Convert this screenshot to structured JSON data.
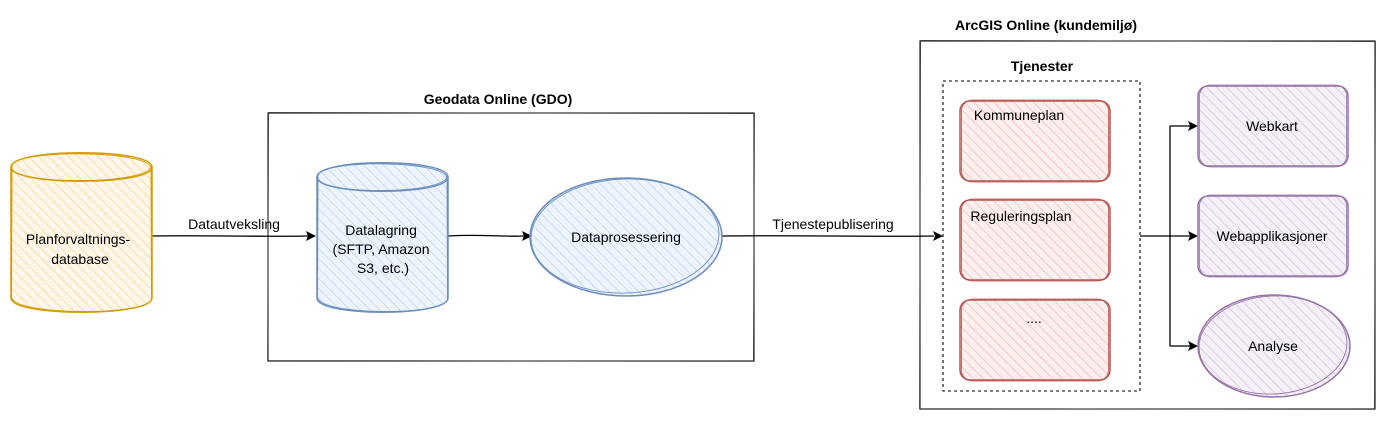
{
  "diagram": {
    "containers": {
      "gdo": {
        "title": "Geodata Online (GDO)"
      },
      "arcgis": {
        "title": "ArcGIS Online (kundemiljø)"
      },
      "services": {
        "title": "Tjenester"
      }
    },
    "nodes": {
      "planforvaltning": {
        "line1": "Planforvaltnings-",
        "line2": "database"
      },
      "datalagring": {
        "line1": "Datalagring",
        "line2": "(SFTP, Amazon",
        "line3": "S3, etc.)"
      },
      "dataprosessering": {
        "label": "Dataprosessering"
      },
      "kommuneplan": {
        "label": "Kommuneplan"
      },
      "reguleringsplan": {
        "label": "Reguleringsplan"
      },
      "more": {
        "label": "...."
      },
      "webkart": {
        "label": "Webkart"
      },
      "webapplikasjoner": {
        "label": "Webapplikasjoner"
      },
      "analyse": {
        "label": "Analyse"
      }
    },
    "edges": {
      "dataexchange": {
        "label": "Datautveksling"
      },
      "publishing": {
        "label": "Tjenestepublisering"
      }
    },
    "colors": {
      "database_stroke": "#d79b00",
      "database_fill": "#ffe6cc",
      "storage_stroke": "#6c8ebf",
      "storage_fill": "#dae8fc",
      "service_stroke": "#b85450",
      "service_fill": "#f8cecc",
      "output_stroke": "#9673a6",
      "output_fill": "#e1d5e7",
      "line": "#000000"
    }
  }
}
